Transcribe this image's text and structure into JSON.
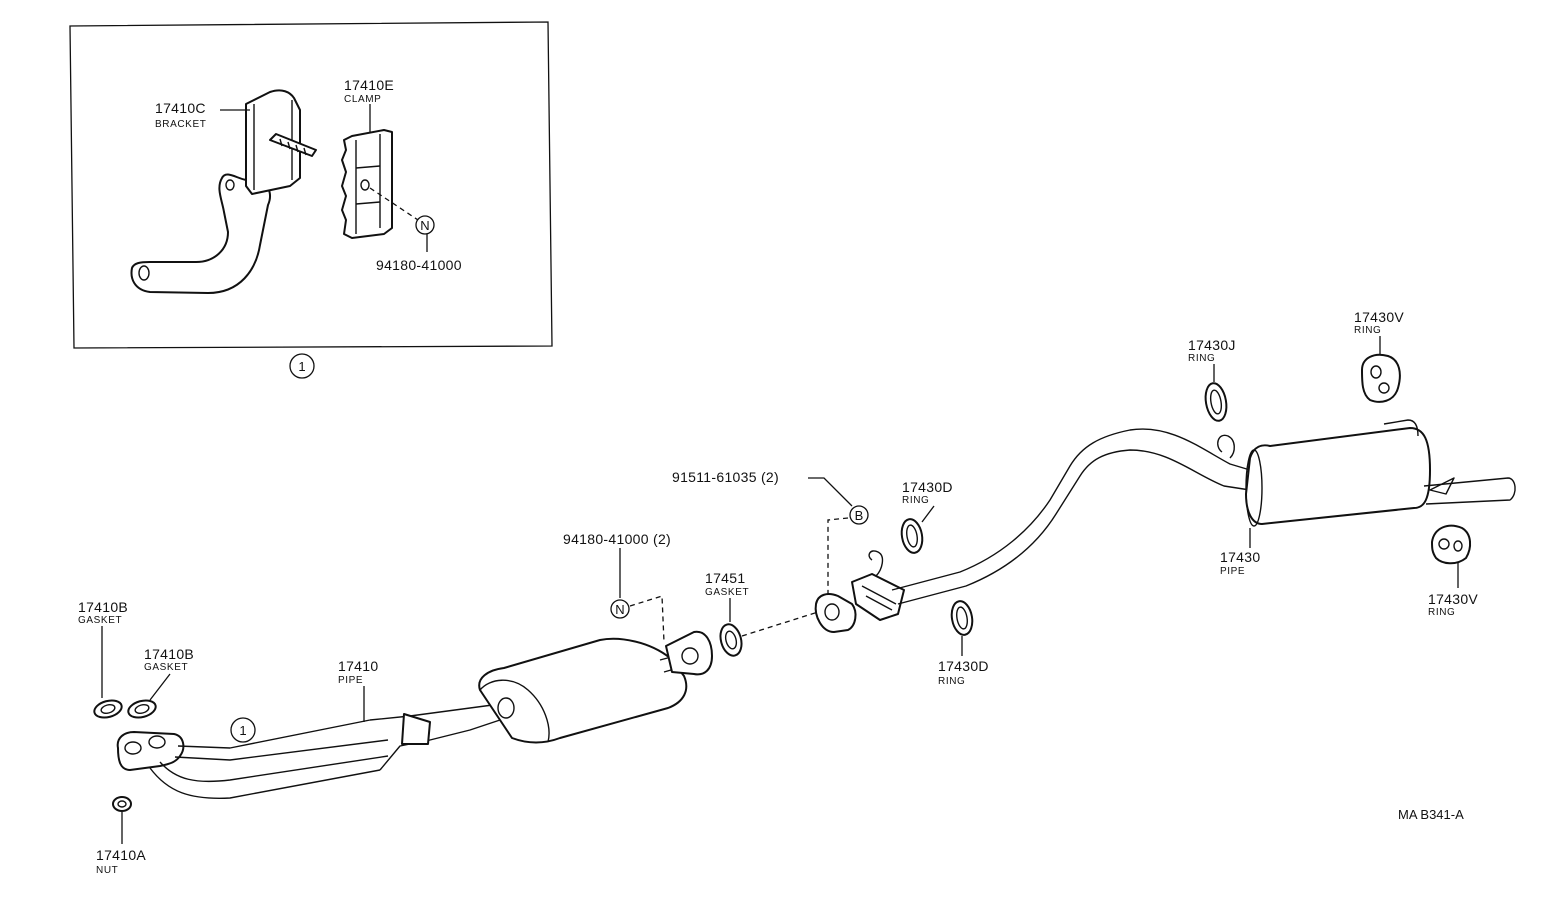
{
  "inset": {
    "bracket": {
      "part_no": "17410C",
      "name": "BRACKET"
    },
    "clamp": {
      "part_no": "17410E",
      "name": "CLAMP"
    },
    "nut": {
      "symbol": "N",
      "part_no": "94180-41000"
    },
    "ref": "1"
  },
  "parts": {
    "gasket_17410b_1": {
      "part_no": "17410B",
      "name": "GASKET"
    },
    "gasket_17410b_2": {
      "part_no": "17410B",
      "name": "GASKET"
    },
    "pipe_17410": {
      "part_no": "17410",
      "name": "PIPE"
    },
    "nut_17410a": {
      "part_no": "17410A",
      "name": "NUT"
    },
    "pipe_ref": "1",
    "nut_94180": {
      "symbol": "N",
      "part_no": "94180-41000 (2)"
    },
    "gasket_17451": {
      "part_no": "17451",
      "name": "GASKET"
    },
    "bolt_91511": {
      "symbol": "B",
      "part_no": "91511-61035 (2)"
    },
    "ring_17430d_upper": {
      "part_no": "17430D",
      "name": "RING"
    },
    "ring_17430d_lower": {
      "part_no": "17430D",
      "name": "RING"
    },
    "ring_17430j": {
      "part_no": "17430J",
      "name": "RING"
    },
    "ring_17430v_upper": {
      "part_no": "17430V",
      "name": "RING"
    },
    "ring_17430v_lower": {
      "part_no": "17430V",
      "name": "RING"
    },
    "pipe_17430": {
      "part_no": "17430",
      "name": "PIPE"
    }
  },
  "diagram_code": "MA B341-A"
}
